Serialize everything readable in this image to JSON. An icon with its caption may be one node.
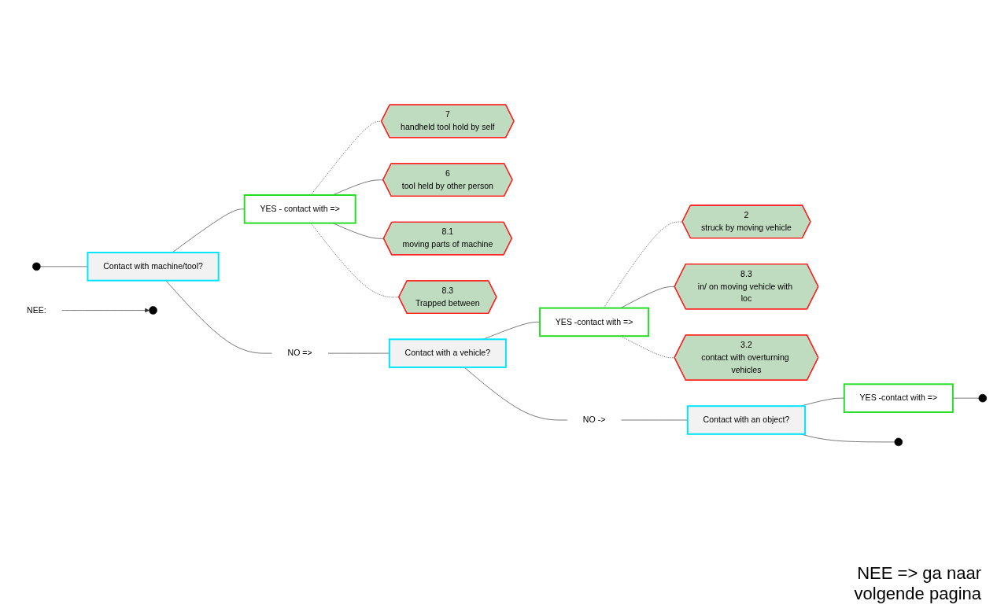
{
  "diagram": {
    "nodes": [
      {
        "text": [
          "Contact with machine/tool?"
        ]
      },
      {
        "text": [
          "YES - contact with =>"
        ]
      },
      {
        "text": [
          "7",
          "handheld tool hold by self"
        ]
      },
      {
        "text": [
          "6",
          "tool held by other person"
        ]
      },
      {
        "text": [
          "8.1",
          "moving parts of machine"
        ]
      },
      {
        "text": [
          "8.3",
          "Trapped between"
        ]
      },
      {
        "text": [
          "NO =>"
        ]
      },
      {
        "text": [
          "Contact with a vehicle?"
        ]
      },
      {
        "text": [
          "YES -contact with =>"
        ]
      },
      {
        "text": [
          "2",
          "struck by moving vehicle"
        ]
      },
      {
        "text": [
          "8.3",
          "in/ on moving vehicle with loc"
        ]
      },
      {
        "text": [
          "3.2",
          "contact with overturning vehicles"
        ]
      },
      {
        "text": [
          "NO ->"
        ]
      },
      {
        "text": [
          "Contact with an object?"
        ]
      },
      {
        "text": [
          "YES -contact with =>"
        ]
      },
      {
        "text": [
          "NEE:"
        ]
      }
    ],
    "edges": [
      {
        "from": null,
        "to": 0,
        "arrow": "none"
      },
      {
        "from": 0,
        "to": 1,
        "arrow": "none"
      },
      {
        "from": 0,
        "to": 6,
        "arrow": "none"
      },
      {
        "from": 1,
        "to": 2,
        "arrow": "none",
        "style": "dashed"
      },
      {
        "from": 1,
        "to": 3,
        "arrow": "none"
      },
      {
        "from": 1,
        "to": 4,
        "arrow": "none"
      },
      {
        "from": 1,
        "to": 5,
        "arrow": "none",
        "style": "dashed"
      },
      {
        "from": 6,
        "to": 7,
        "arrow": "none"
      },
      {
        "from": 7,
        "to": 8,
        "arrow": "none"
      },
      {
        "from": 7,
        "to": 12,
        "arrow": "none"
      },
      {
        "from": 8,
        "to": 9,
        "arrow": "none",
        "style": "dashed"
      },
      {
        "from": 8,
        "to": 10,
        "arrow": "none"
      },
      {
        "from": 8,
        "to": 11,
        "arrow": "none",
        "style": "dashed"
      },
      {
        "from": 12,
        "to": 13,
        "arrow": "none"
      },
      {
        "from": 13,
        "to": 14,
        "arrow": "none"
      },
      {
        "from": 13,
        "to": null,
        "arrow": "none"
      },
      {
        "from": 14,
        "to": null,
        "arrow": "none"
      },
      {
        "from": 15,
        "to": null,
        "arrow": "to"
      }
    ],
    "labels": [
      "NEE => ga naar volgende pagina"
    ]
  }
}
